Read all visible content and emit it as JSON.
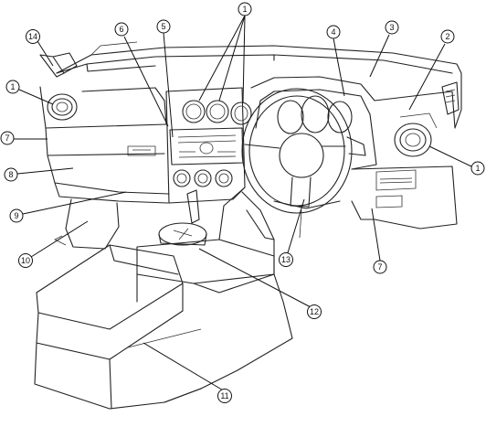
{
  "callouts": [
    {
      "id": "c1a",
      "text": "1"
    },
    {
      "id": "c1b",
      "text": "1"
    },
    {
      "id": "c1c",
      "text": "1"
    },
    {
      "id": "c2",
      "text": "2"
    },
    {
      "id": "c3",
      "text": "3"
    },
    {
      "id": "c4",
      "text": "4"
    },
    {
      "id": "c5",
      "text": "5"
    },
    {
      "id": "c6",
      "text": "6"
    },
    {
      "id": "c7a",
      "text": "7"
    },
    {
      "id": "c7b",
      "text": "7"
    },
    {
      "id": "c8",
      "text": "8"
    },
    {
      "id": "c9",
      "text": "9"
    },
    {
      "id": "c10",
      "text": "10"
    },
    {
      "id": "c11",
      "text": "11"
    },
    {
      "id": "c12",
      "text": "12"
    },
    {
      "id": "c13",
      "text": "13"
    },
    {
      "id": "c14",
      "text": "14"
    }
  ]
}
